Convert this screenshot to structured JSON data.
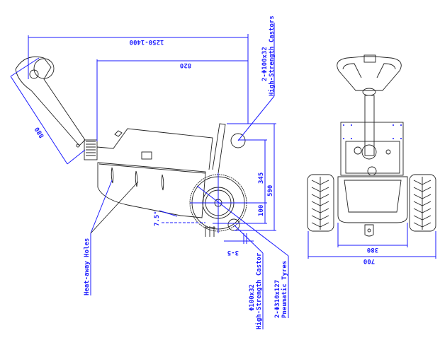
{
  "side_view": {
    "overall_length": "1250-1400",
    "body_length": "820",
    "handle_length": "880",
    "castors_qty": "2-Φ100x32",
    "castors_desc": "High-Strength Castors",
    "dim_345": "345",
    "dim_590": "590",
    "dim_100": "100",
    "angle": "7.5°",
    "clearance": "3-5",
    "heat_holes": "Heat-away Holes",
    "castor_size": "Φ100x32",
    "castor_desc": "High-Strength Castor",
    "tyres_qty": "2-Φ310x127",
    "tyres_desc": "Pneumatic Tyres"
  },
  "front_view": {
    "inner_width": "380",
    "overall_width": "700"
  },
  "colors": {
    "dimension": "#1a1aff",
    "drawing": "#222222"
  }
}
